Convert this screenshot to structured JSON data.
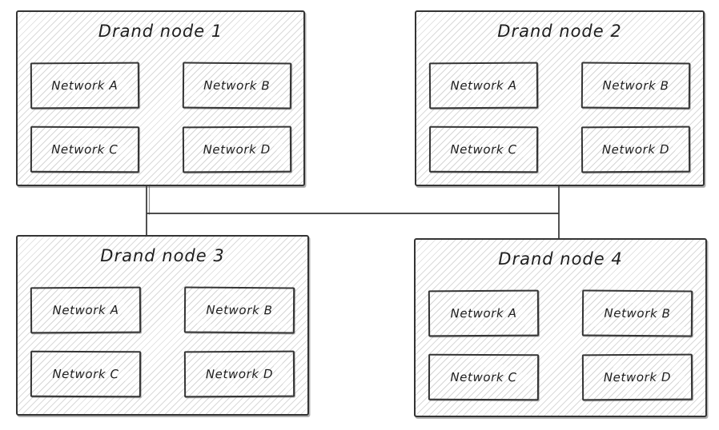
{
  "style": {
    "stroke_color": "#343434",
    "hatch_color": "#dadada",
    "text_color": "#1e1e1e",
    "background": "#ffffff"
  },
  "nodes": [
    {
      "title": "Drand node 1",
      "networks": [
        "Network A",
        "Network B",
        "Network C",
        "Network D"
      ]
    },
    {
      "title": "Drand node 2",
      "networks": [
        "Network A",
        "Network B",
        "Network C",
        "Network D"
      ]
    },
    {
      "title": "Drand node 3",
      "networks": [
        "Network A",
        "Network B",
        "Network C",
        "Network D"
      ]
    },
    {
      "title": "Drand node 4",
      "networks": [
        "Network A",
        "Network B",
        "Network C",
        "Network D"
      ]
    }
  ],
  "connections": [
    {
      "from": "Drand node 1",
      "to": "Drand node 3"
    },
    {
      "from": "Drand node 2",
      "to": "Drand node 4"
    },
    {
      "from": "Drand node 1",
      "to": "Drand node 2"
    }
  ]
}
